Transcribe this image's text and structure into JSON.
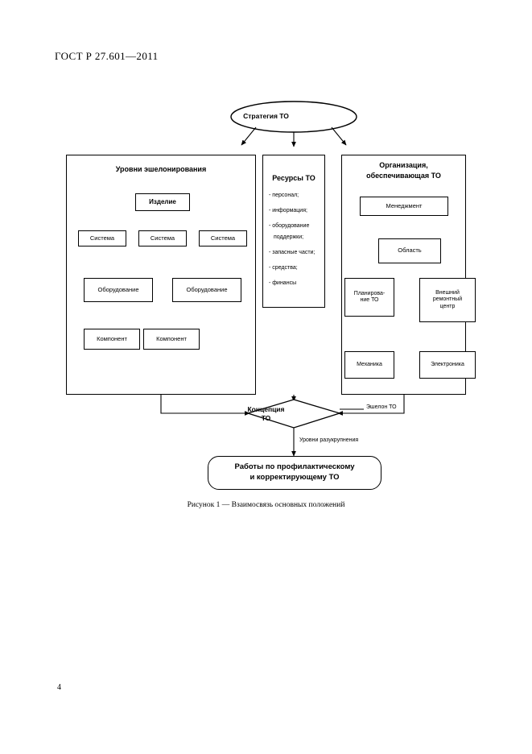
{
  "document": {
    "standard_title": "ГОСТ Р 27.601—2011",
    "page_number": "4",
    "figure_caption": "Рисунок 1 — Взаимосвязь основных положений"
  },
  "diagram": {
    "strategy": "Стратегия ТО",
    "panels": {
      "levels": {
        "title": "Уровни эшелонирования",
        "nodes": {
          "product": "Изделие",
          "system_1": "Система",
          "system_2": "Система",
          "system_3": "Система",
          "equipment_1": "Оборудование",
          "equipment_2": "Оборудование",
          "component_1": "Компонент",
          "component_2": "Компонент"
        }
      },
      "resources": {
        "title": "Ресурсы ТО",
        "items": [
          "- персонал;",
          "- информация;",
          "- оборудование",
          "поддержки;",
          "- запасные части;",
          "- средства;",
          "- финансы"
        ]
      },
      "organization": {
        "title_line1": "Организация,",
        "title_line2": "обеспечивающая ТО",
        "nodes": {
          "management": "Менеджмент",
          "area": "Область",
          "planning": "Планирова-\nние ТО",
          "external_repair": "Внешний\nремонтный\nцентр",
          "mechanics": "Механика",
          "electronics": "Электроника"
        }
      }
    },
    "concept": {
      "line1": "Концепция",
      "line2": "ТО"
    },
    "echelon_label": "Эшелон ТО",
    "dismantle_label": "Уровни разукрупнения",
    "works": {
      "line1": "Работы по профилактическому",
      "line2": "и корректирующему ТО"
    }
  }
}
